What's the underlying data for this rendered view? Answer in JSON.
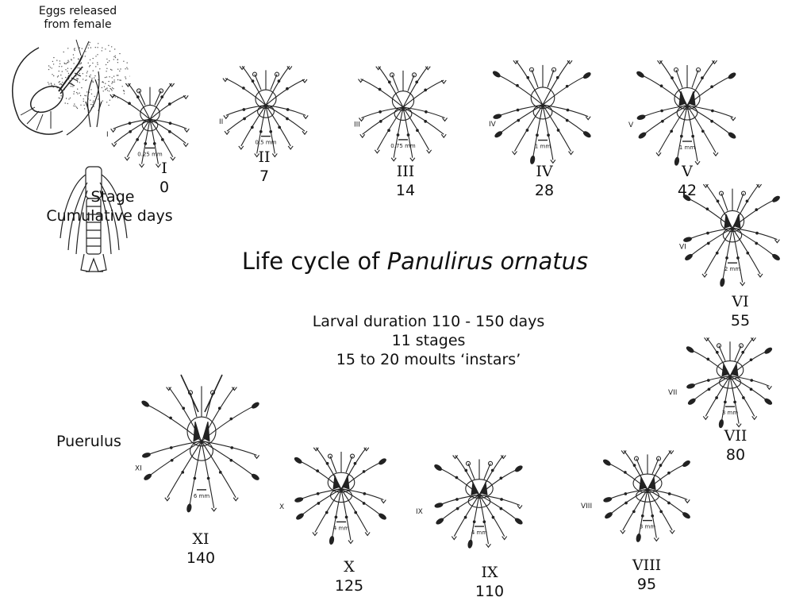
{
  "eggs_caption_line1": "Eggs released",
  "eggs_caption_line2": "from female",
  "legend": {
    "stage_word": "Stage",
    "days_word": "Cumulative days"
  },
  "title": {
    "prefix": "Life cycle of ",
    "species": "Panulirus ornatus"
  },
  "info": {
    "line1": "Larval duration 110 - 150 days",
    "line2": "11 stages",
    "line3": "15 to 20 moults ‘instars’"
  },
  "puerulus_label": "Puerulus",
  "stages": [
    {
      "stage": "I",
      "days": "0",
      "scale": "0.25 mm"
    },
    {
      "stage": "II",
      "days": "7",
      "scale": "0.5 mm"
    },
    {
      "stage": "III",
      "days": "14",
      "scale": "0.75 mm"
    },
    {
      "stage": "IV",
      "days": "28",
      "scale": "1 mm"
    },
    {
      "stage": "V",
      "days": "42",
      "scale": "1 mm"
    },
    {
      "stage": "VI",
      "days": "55",
      "scale": "2 mm"
    },
    {
      "stage": "VII",
      "days": "80",
      "scale": "3 mm"
    },
    {
      "stage": "VIII",
      "days": "95",
      "scale": "3 mm"
    },
    {
      "stage": "IX",
      "days": "110",
      "scale": "4 mm"
    },
    {
      "stage": "X",
      "days": "125",
      "scale": "4 mm"
    },
    {
      "stage": "XI",
      "days": "140",
      "scale": "6 mm"
    }
  ]
}
